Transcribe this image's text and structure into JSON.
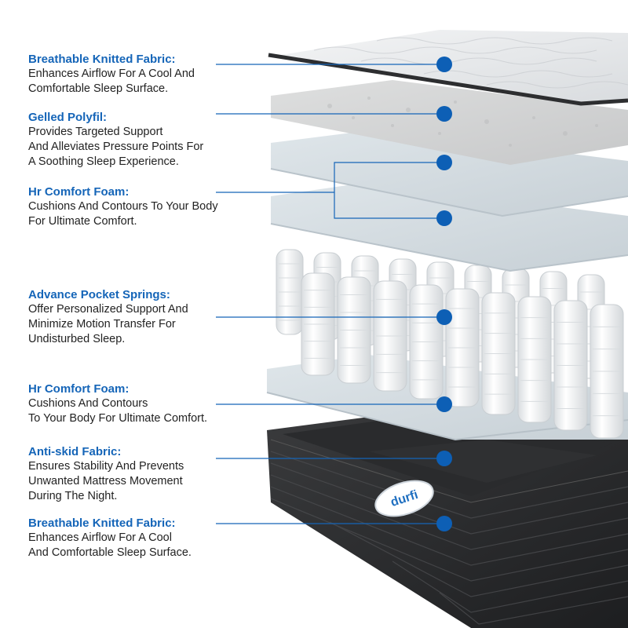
{
  "colors": {
    "accent": "#1565b8",
    "text": "#222222",
    "marker": "#0d5fb5"
  },
  "brand": "durfi",
  "layers": [
    {
      "title": "Breathable Knitted Fabric:",
      "desc": "Enhances Airflow For A Cool And\nComfortable Sleep Surface."
    },
    {
      "title": "Gelled Polyfil:",
      "desc": "Provides Targeted Support\nAnd Alleviates Pressure Points For\nA Soothing Sleep Experience."
    },
    {
      "title": "Hr Comfort Foam:",
      "desc": "Cushions And Contours To Your Body\nFor Ultimate Comfort."
    },
    {
      "title": "Advance Pocket Springs:",
      "desc": "Offer Personalized Support And\nMinimize Motion Transfer For\nUndisturbed Sleep."
    },
    {
      "title": "Hr Comfort Foam:",
      "desc": "Cushions And Contours\nTo Your Body For Ultimate Comfort."
    },
    {
      "title": "Anti-skid Fabric:",
      "desc": "Ensures Stability And Prevents\nUnwanted Mattress Movement\nDuring The Night."
    },
    {
      "title": "Breathable Knitted Fabric:",
      "desc": "Enhances Airflow For A Cool\nAnd Comfortable Sleep Surface."
    }
  ]
}
